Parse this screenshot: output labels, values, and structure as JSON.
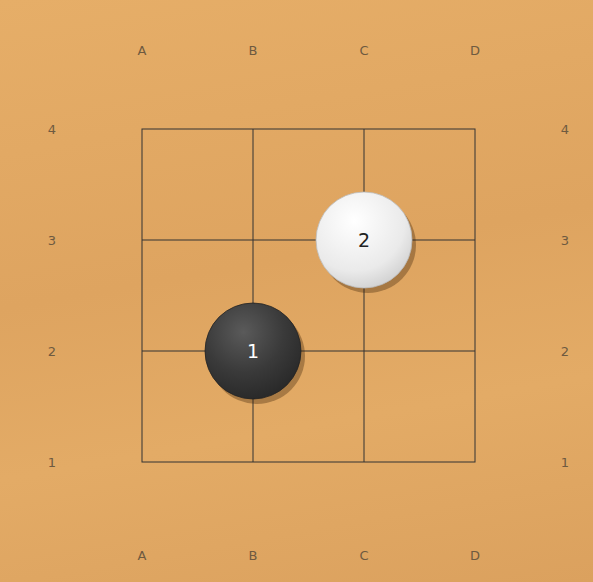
{
  "diagram": {
    "nodes": [
      {
        "text": [
          "2"
        ]
      },
      {
        "text": [
          "1"
        ]
      }
    ],
    "labels": [
      "A",
      "B",
      "C",
      "D",
      "4",
      "4",
      "3",
      "3",
      "2",
      "2",
      "1",
      "1",
      "A",
      "B",
      "C",
      "D"
    ]
  }
}
